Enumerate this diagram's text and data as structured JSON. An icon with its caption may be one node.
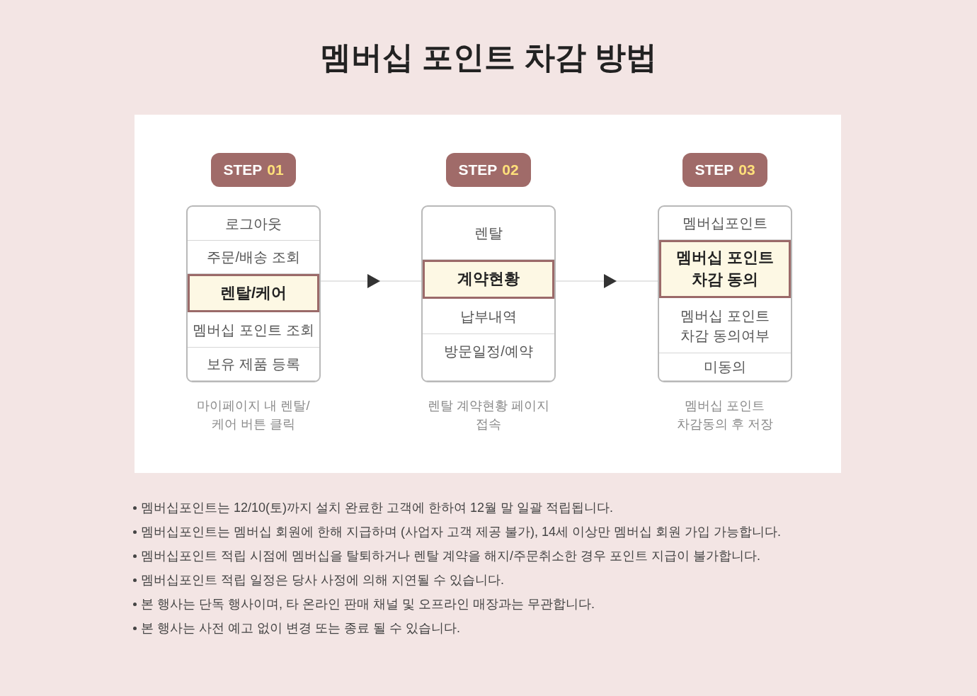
{
  "diagram": {
    "title": "멤버십 포인트 차감 방법",
    "nodes": [
      {
        "text": [
          "STEP",
          "01"
        ]
      },
      {
        "text": [],
        "shape": "box",
        "beside": [
          "마이페이지 내 렌탈/케어 버튼 클릭"
        ]
      },
      {
        "text": [
          "로그아웃"
        ],
        "in": 1
      },
      {
        "text": [
          "주문/배송 조회"
        ],
        "in": 1
      },
      {
        "text": [
          "렌탈/케어"
        ],
        "in": 1
      },
      {
        "text": [
          "멤버십 포인트 조회"
        ],
        "in": 1
      },
      {
        "text": [
          "보유 제품 등록"
        ],
        "in": 1
      },
      {
        "text": [
          "STEP",
          "02"
        ]
      },
      {
        "text": [],
        "shape": "box",
        "beside": [
          "렌탈 계약현황 페이지 접속"
        ]
      },
      {
        "text": [
          "렌탈"
        ],
        "in": 8
      },
      {
        "text": [
          "계약현황"
        ],
        "in": 8
      },
      {
        "text": [
          "납부내역"
        ],
        "in": 8
      },
      {
        "text": [
          "방문일정/예약"
        ],
        "in": 8
      },
      {
        "text": [
          "STEP",
          "03"
        ]
      },
      {
        "text": [],
        "shape": "box",
        "beside": [
          "멤버십 포인트 차감동의 후 저장"
        ]
      },
      {
        "text": [
          "멤버십포인트"
        ],
        "in": 14
      },
      {
        "text": [
          "멤버십 포인트 차감 동의"
        ],
        "in": 14
      },
      {
        "text": [
          "멤버십 포인트 차감 동의여부"
        ],
        "in": 14
      },
      {
        "text": [
          "미동의"
        ],
        "in": 14
      }
    ],
    "edges": [
      {
        "from": 1,
        "to": 8,
        "arrow": "to"
      },
      {
        "from": 8,
        "to": 14,
        "arrow": "to"
      }
    ],
    "labels": [
      "멤버십포인트는 12/10(토)까지 설치 완료한 고객에 한하여 12월 말 일괄 적립됩니다.",
      "멤버십포인트는 멤버십 회원에 한해 지급하며 (사업자 고객 제공 불가), 14세 이상만 멤버십 회원 가입 가능합니다.",
      "멤버십포인트 적립 시점에 멤버십을 탈퇴하거나 렌탈 계약을 해지/주문취소한 경우 포인트 지급이 불가합니다.",
      "멤버십포인트 적립 일정은 당사 사정에 의해 지연될 수 있습니다.",
      "본 행사는 단독 행사이며, 타 온라인 판매 채널 및 오프라인 매장과는 무관합니다.",
      "본 행사는 사전 예고 없이 변경 또는 종료 될 수 있습니다."
    ]
  }
}
